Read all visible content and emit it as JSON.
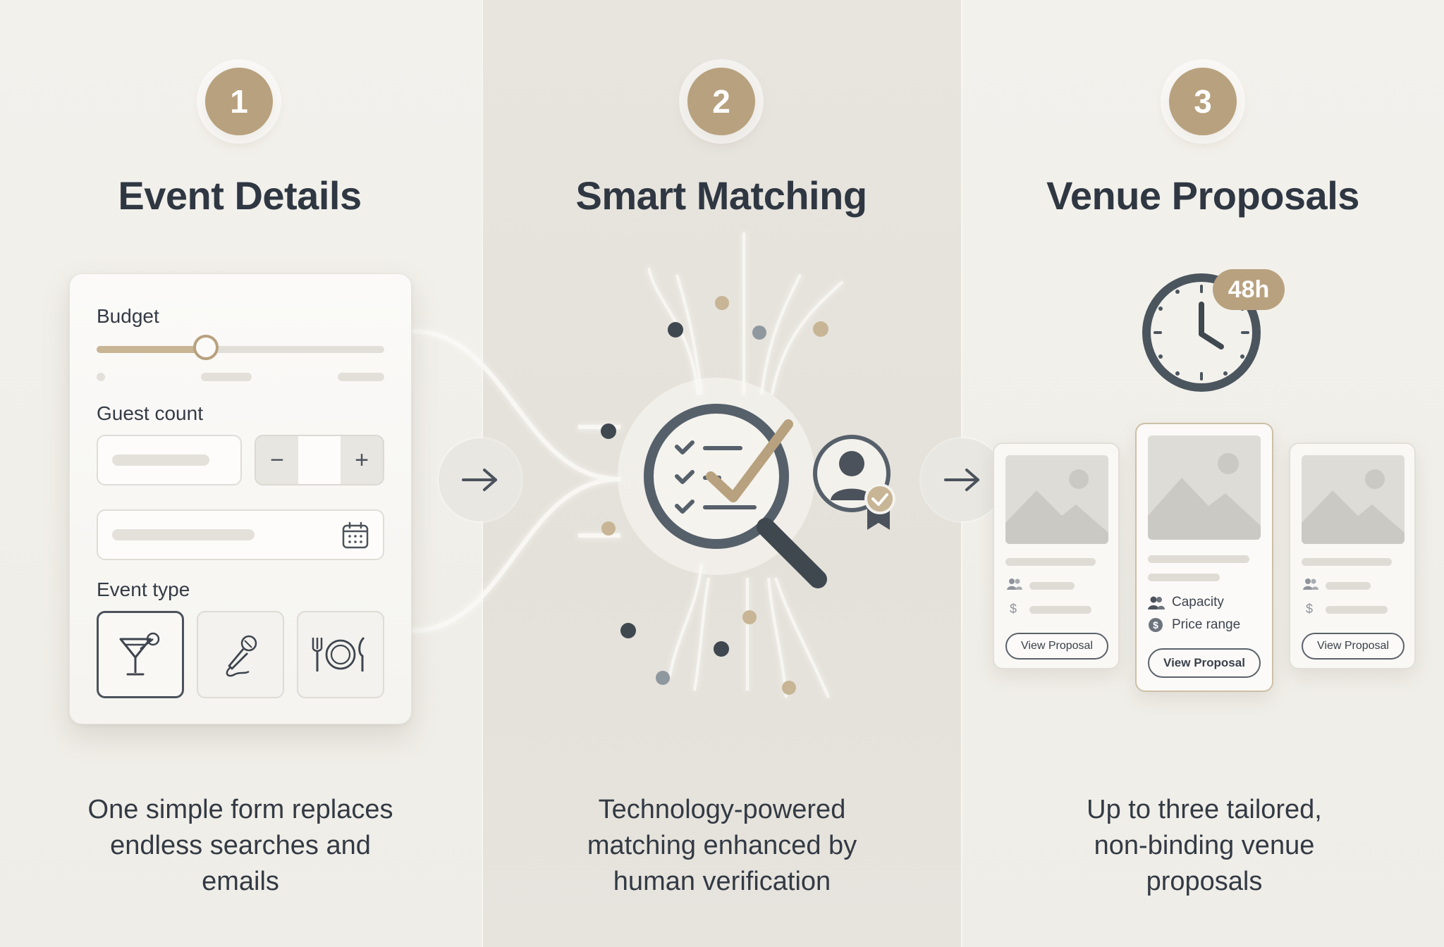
{
  "steps": [
    {
      "number": "1",
      "title": "Event Details",
      "description": "One simple form replaces\nendless searches and\nemails"
    },
    {
      "number": "2",
      "title": "Smart Matching",
      "description": "Technology-powered\nmatching enhanced by\nhuman verification"
    },
    {
      "number": "3",
      "title": "Venue Proposals",
      "description": "Up to three tailored,\nnon-binding venue\nproposals"
    }
  ],
  "form": {
    "budget_label": "Budget",
    "budget_level": 0.38,
    "guest_count_label": "Guest count",
    "stepper_minus": "−",
    "stepper_plus": "+",
    "event_type_label": "Event type",
    "event_types": [
      "cocktail-icon",
      "microphone-icon",
      "dining-icon"
    ]
  },
  "timer": {
    "badge": "48h"
  },
  "proposals": {
    "capacity_label": "Capacity",
    "price_label": "Price range",
    "dollar_sign": "$",
    "cta": "View Proposal"
  },
  "colors": {
    "accent": "#b8a17e",
    "text": "#2f3742",
    "icon": "#4b525b",
    "background": "#f1efea"
  }
}
